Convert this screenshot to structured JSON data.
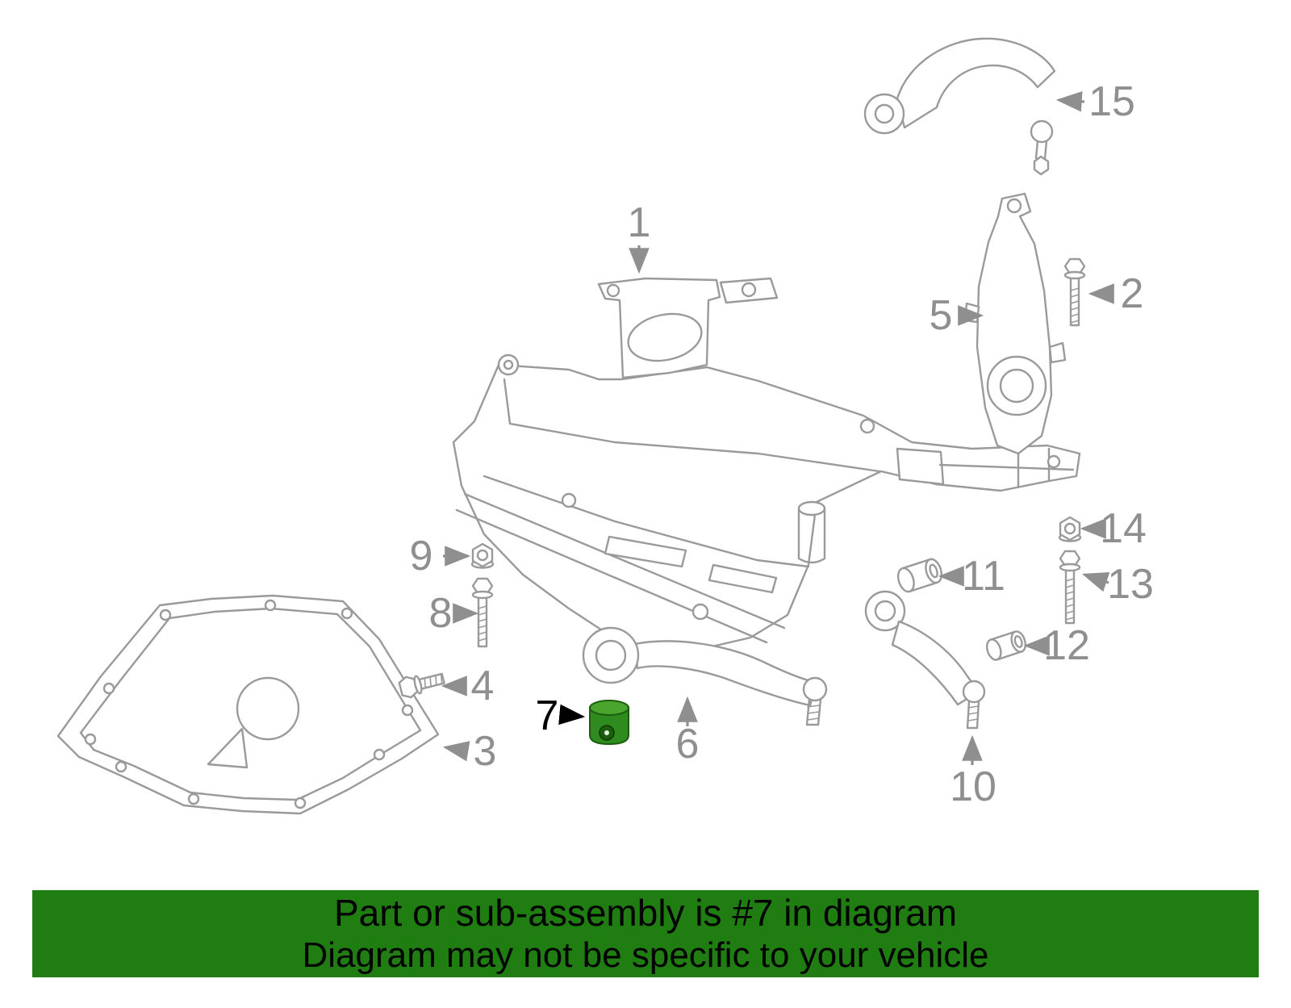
{
  "diagram": {
    "highlighted_part": "7",
    "callouts": [
      {
        "id": 1,
        "label": "1"
      },
      {
        "id": 2,
        "label": "2"
      },
      {
        "id": 3,
        "label": "3"
      },
      {
        "id": 4,
        "label": "4"
      },
      {
        "id": 5,
        "label": "5"
      },
      {
        "id": 6,
        "label": "6"
      },
      {
        "id": 7,
        "label": "7",
        "highlighted": true
      },
      {
        "id": 8,
        "label": "8"
      },
      {
        "id": 9,
        "label": "9"
      },
      {
        "id": 10,
        "label": "10"
      },
      {
        "id": 11,
        "label": "11"
      },
      {
        "id": 12,
        "label": "12"
      },
      {
        "id": 13,
        "label": "13"
      },
      {
        "id": 14,
        "label": "14"
      },
      {
        "id": 15,
        "label": "15"
      }
    ]
  },
  "banner": {
    "line1": "Part or sub-assembly is #7 in diagram",
    "line2": "Diagram may not be specific to your vehicle"
  },
  "colors": {
    "banner_bg": "#1f7d12",
    "banner_text": "#000000",
    "callout_gray": "#8f8f8f",
    "callout_black": "#000000",
    "diagram_line": "#9a9a9a",
    "highlight_green": "#2e8b1e",
    "highlight_green_dark": "#1b5e0e",
    "highlight_green_light": "#49a52e"
  }
}
